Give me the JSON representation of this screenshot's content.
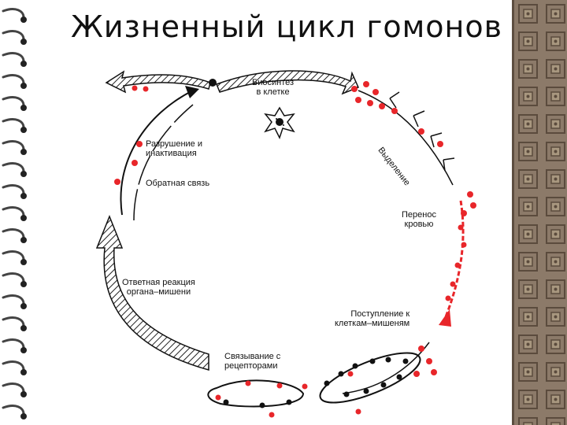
{
  "title": "Жизненный цикл гомонов",
  "labels": {
    "biosynthesis": [
      "Биосинтез",
      "в клетке"
    ],
    "secretion": "Выделение",
    "transport": [
      "Перенос",
      "кровью"
    ],
    "entry": [
      "Поступление к",
      "клеткам–мишеням"
    ],
    "binding": [
      "Связывание с",
      "рецепторами"
    ],
    "response": [
      "Ответная реакция",
      "органа–мишени"
    ],
    "feedback": "Обратная связь",
    "degradation": [
      "Разрушение и",
      "инактивация"
    ]
  },
  "colors": {
    "hormone_dot": "#e8262a",
    "receptor_dot": "#111111",
    "panel": "#8c7a69"
  },
  "icons": [
    "cell-icon",
    "ring-binding",
    "feedback-arrow"
  ]
}
